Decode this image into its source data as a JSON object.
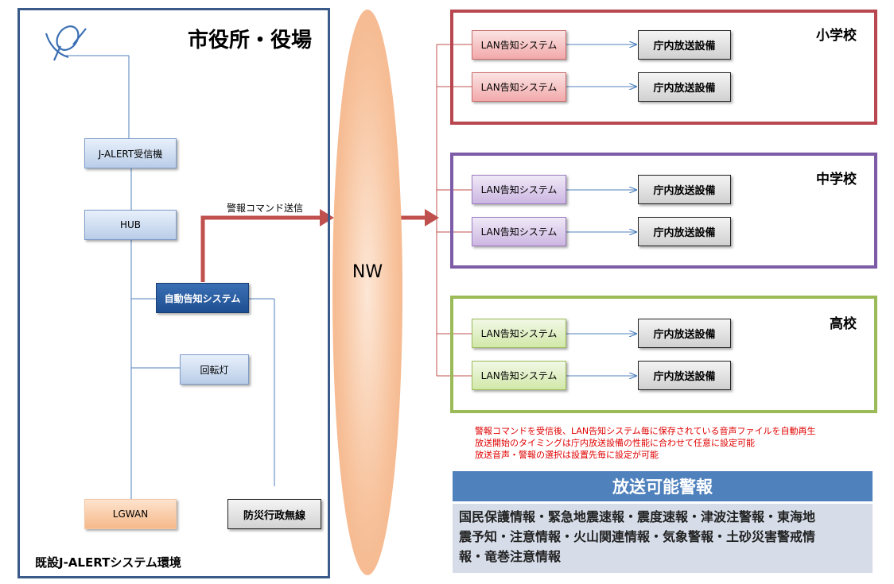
{
  "city_hall": {
    "title": "市役所・役場",
    "environment_label": "既設J-ALERTシステム環境",
    "jalert_receiver": "J-ALERT受信機",
    "hub": "HUB",
    "auto_system": "自動告知システム",
    "rotating_light": "回転灯",
    "lgwan": "LGWAN",
    "disaster_radio": "防災行政無線"
  },
  "arrow_label": "警報コマンド送信",
  "network": {
    "label": "NW"
  },
  "schools": [
    {
      "name": "小学校",
      "color": "#b8474f",
      "rows": [
        {
          "system": "LAN告知システム",
          "equipment": "庁内放送設備"
        },
        {
          "system": "LAN告知システム",
          "equipment": "庁内放送設備"
        }
      ]
    },
    {
      "name": "中学校",
      "color": "#7d5ba6",
      "rows": [
        {
          "system": "LAN告知システム",
          "equipment": "庁内放送設備"
        },
        {
          "system": "LAN告知システム",
          "equipment": "庁内放送設備"
        }
      ]
    },
    {
      "name": "高校",
      "color": "#9bbb59",
      "rows": [
        {
          "system": "LAN告知システム",
          "equipment": "庁内放送設備"
        },
        {
          "system": "LAN告知システム",
          "equipment": "庁内放送設備"
        }
      ]
    }
  ],
  "notes": [
    "警報コマンドを受信後、LAN告知システム毎に保存されている音声ファイルを自動再生",
    "放送開始のタイミングは庁内放送設備の性能に合わせて任意に設定可能",
    "放送音声・警報の選択は設置先毎に設定が可能"
  ],
  "broadcast": {
    "title": "放送可能警報",
    "lines": [
      "国民保護情報・緊急地震速報・震度速報・津波注警報・東海地",
      "震予知・注意情報・火山関連情報・気象警報・土砂災害警戒情",
      "報・竜巻注意情報"
    ]
  },
  "colors": {
    "accent_blue": "#4f81bd",
    "arrow_red": "#c0504d",
    "frame_blue": "#3a5a8a"
  }
}
